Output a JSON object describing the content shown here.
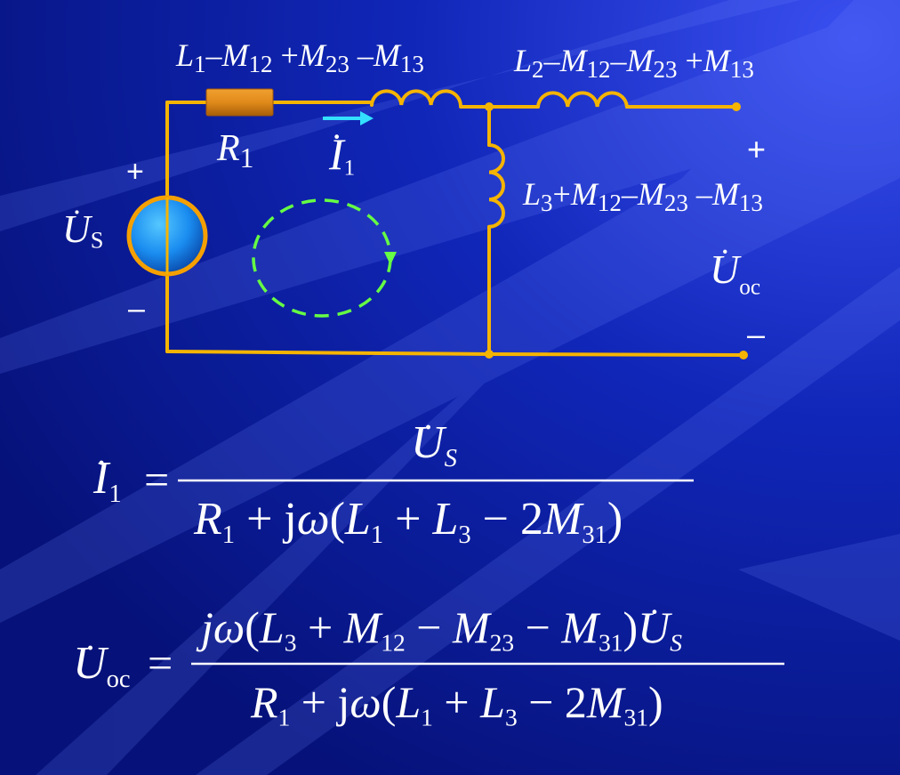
{
  "colors": {
    "background": "#0a1a8c",
    "wire": "#f5b400",
    "resistor": "#e08a1a",
    "inductor": "#f5b400",
    "source_fill": "#1a8cf0",
    "source_ring": "#f5a000",
    "current_arrow": "#33e0ff",
    "mesh_loop": "#66ff44",
    "text": "#ffffff"
  },
  "circuit": {
    "top_left_inductance": {
      "L": "L",
      "Ls": "1",
      "dash1": "–",
      "M": "M",
      "Ms1": "12",
      "plus": " +",
      "M2": "M",
      "Ms2": "23",
      "dash2": " –",
      "M3": "M",
      "Ms3": "13"
    },
    "top_right_inductance": {
      "L": "L",
      "Ls": "2",
      "dash1": "–",
      "M": "M",
      "Ms1": "12",
      "dash2": "–",
      "M2": "M",
      "Ms2": "23",
      "plus": " +",
      "M3": "M",
      "Ms3": "13"
    },
    "shunt_inductance": {
      "L": "L",
      "Ls": "3",
      "plus": "+",
      "M": "M",
      "Ms1": "12",
      "dash1": "–",
      "M2": "M",
      "Ms2": "23",
      "dash2": " –",
      "M3": "M",
      "Ms3": "13"
    },
    "resistor": {
      "R": "R",
      "sub": "1"
    },
    "current": {
      "I": "I",
      "sub": "1",
      "dot": "·"
    },
    "source": {
      "U": "U",
      "sub": "S",
      "dot": "·",
      "plus": "+",
      "minus": "–"
    },
    "output": {
      "U": "U",
      "sub": "oc",
      "dot": "·",
      "plus": "+",
      "minus": "–"
    }
  },
  "equations": {
    "eq1": {
      "lhs_I": "I",
      "lhs_sub": "1",
      "dot": "·",
      "equals": "=",
      "num_U": "U",
      "num_sub": "S",
      "den": {
        "R": "R",
        "Rs": "1",
        "plus": " + j",
        "omega": "ω",
        "open": "(",
        "L1": "L",
        "L1s": "1",
        "plus2": " + ",
        "L3": "L",
        "L3s": "3",
        "minus": " − 2",
        "M": "M",
        "Ms": "31",
        "close": ")"
      }
    },
    "eq2": {
      "lhs_U": "U",
      "lhs_sub": "oc",
      "dot": "·",
      "equals": "=",
      "num": {
        "j": "j",
        "omega": "ω",
        "open": "(",
        "L3": "L",
        "L3s": "3",
        "plus": " + ",
        "M1": "M",
        "M1s": "12",
        "minus1": " − ",
        "M2": "M",
        "M2s": "23",
        "minus2": " − ",
        "M3": "M",
        "M3s": "31",
        "close": ")",
        "U": "U",
        "Us": "S"
      },
      "den": {
        "R": "R",
        "Rs": "1",
        "plus": " + j",
        "omega": "ω",
        "open": "(",
        "L1": "L",
        "L1s": "1",
        "plus2": " + ",
        "L3": "L",
        "L3s": "3",
        "minus": " − 2",
        "M": "M",
        "Ms": "31",
        "close": ")"
      }
    }
  }
}
